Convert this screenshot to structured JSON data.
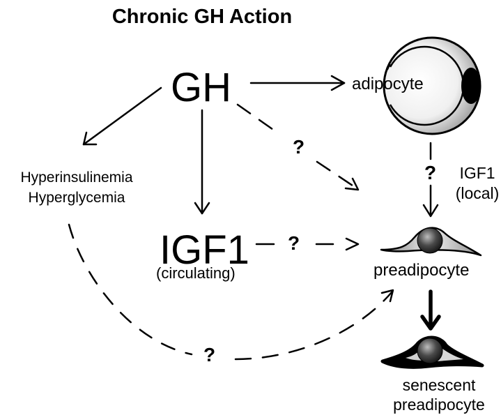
{
  "diagram": {
    "title": "Chronic GH Action",
    "nodes": {
      "gh": "GH",
      "adipocyte": "adipocyte",
      "hyper_line1": "Hyperinsulinemia",
      "hyper_line2": "Hyperglycemia",
      "igf1": "IGF1",
      "igf1_sub": "(circulating)",
      "igf1_local_line1": "IGF1",
      "igf1_local_line2": "(local)",
      "preadipocyte": "preadipocyte",
      "senescent_line1": "senescent",
      "senescent_line2": "preadipocyte"
    },
    "unknown_marker": "?",
    "edges": [
      {
        "from": "GH",
        "to": "adipocyte",
        "style": "solid"
      },
      {
        "from": "GH",
        "to": "Hyperinsulinemia/Hyperglycemia",
        "style": "solid"
      },
      {
        "from": "GH",
        "to": "IGF1 (circulating)",
        "style": "solid"
      },
      {
        "from": "GH",
        "to": "preadipocyte",
        "style": "dashed",
        "label": "?"
      },
      {
        "from": "adipocyte",
        "to": "preadipocyte",
        "style": "dashed",
        "label": "?",
        "note": "IGF1 (local)"
      },
      {
        "from": "IGF1 (circulating)",
        "to": "preadipocyte",
        "style": "dashed",
        "label": "?"
      },
      {
        "from": "Hyperinsulinemia/Hyperglycemia",
        "to": "preadipocyte",
        "style": "dashed",
        "label": "?"
      },
      {
        "from": "preadipocyte",
        "to": "senescent preadipocyte",
        "style": "bold"
      }
    ]
  }
}
